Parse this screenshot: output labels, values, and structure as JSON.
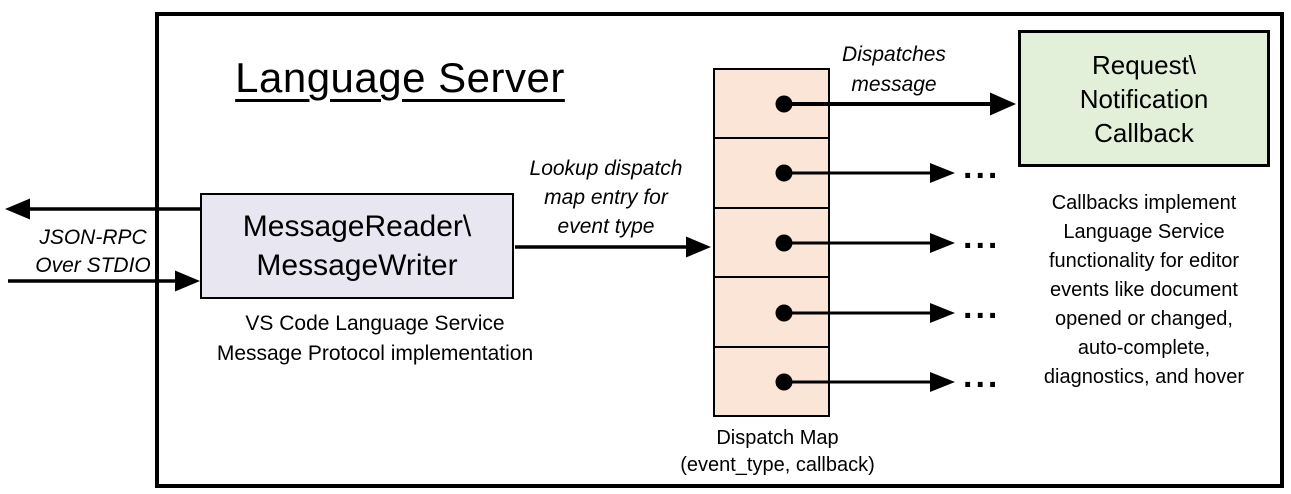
{
  "title": "Language Server",
  "stdio_label": {
    "line1": "JSON-RPC",
    "line2": "Over STDIO"
  },
  "message_box": {
    "line1": "MessageReader\\",
    "line2": "MessageWriter"
  },
  "message_box_caption": {
    "line1": "VS Code Language Service",
    "line2": "Message Protocol implementation"
  },
  "lookup_label": {
    "line1": "Lookup dispatch",
    "line2": "map entry for",
    "line3": "event type"
  },
  "dispatches_label": {
    "line1": "Dispatches",
    "line2": "message"
  },
  "dispatch_map_caption": {
    "line1": "Dispatch Map",
    "line2": "(event_type, callback)"
  },
  "callback_box": {
    "line1": "Request\\",
    "line2": "Notification",
    "line3": "Callback"
  },
  "callbacks_note": {
    "line1": "Callbacks implement",
    "line2": "Language Service",
    "line3": "functionality for editor",
    "line4": "events like document",
    "line5": "opened or changed,",
    "line6": "auto-complete,",
    "line7": "diagnostics, and hover"
  },
  "ellipsis": "...",
  "colors": {
    "message_box_fill": "#E7E6F1",
    "dispatch_cell_fill": "#FBE5D6",
    "callback_box_fill": "#E2EFD9",
    "line": "#000000"
  }
}
